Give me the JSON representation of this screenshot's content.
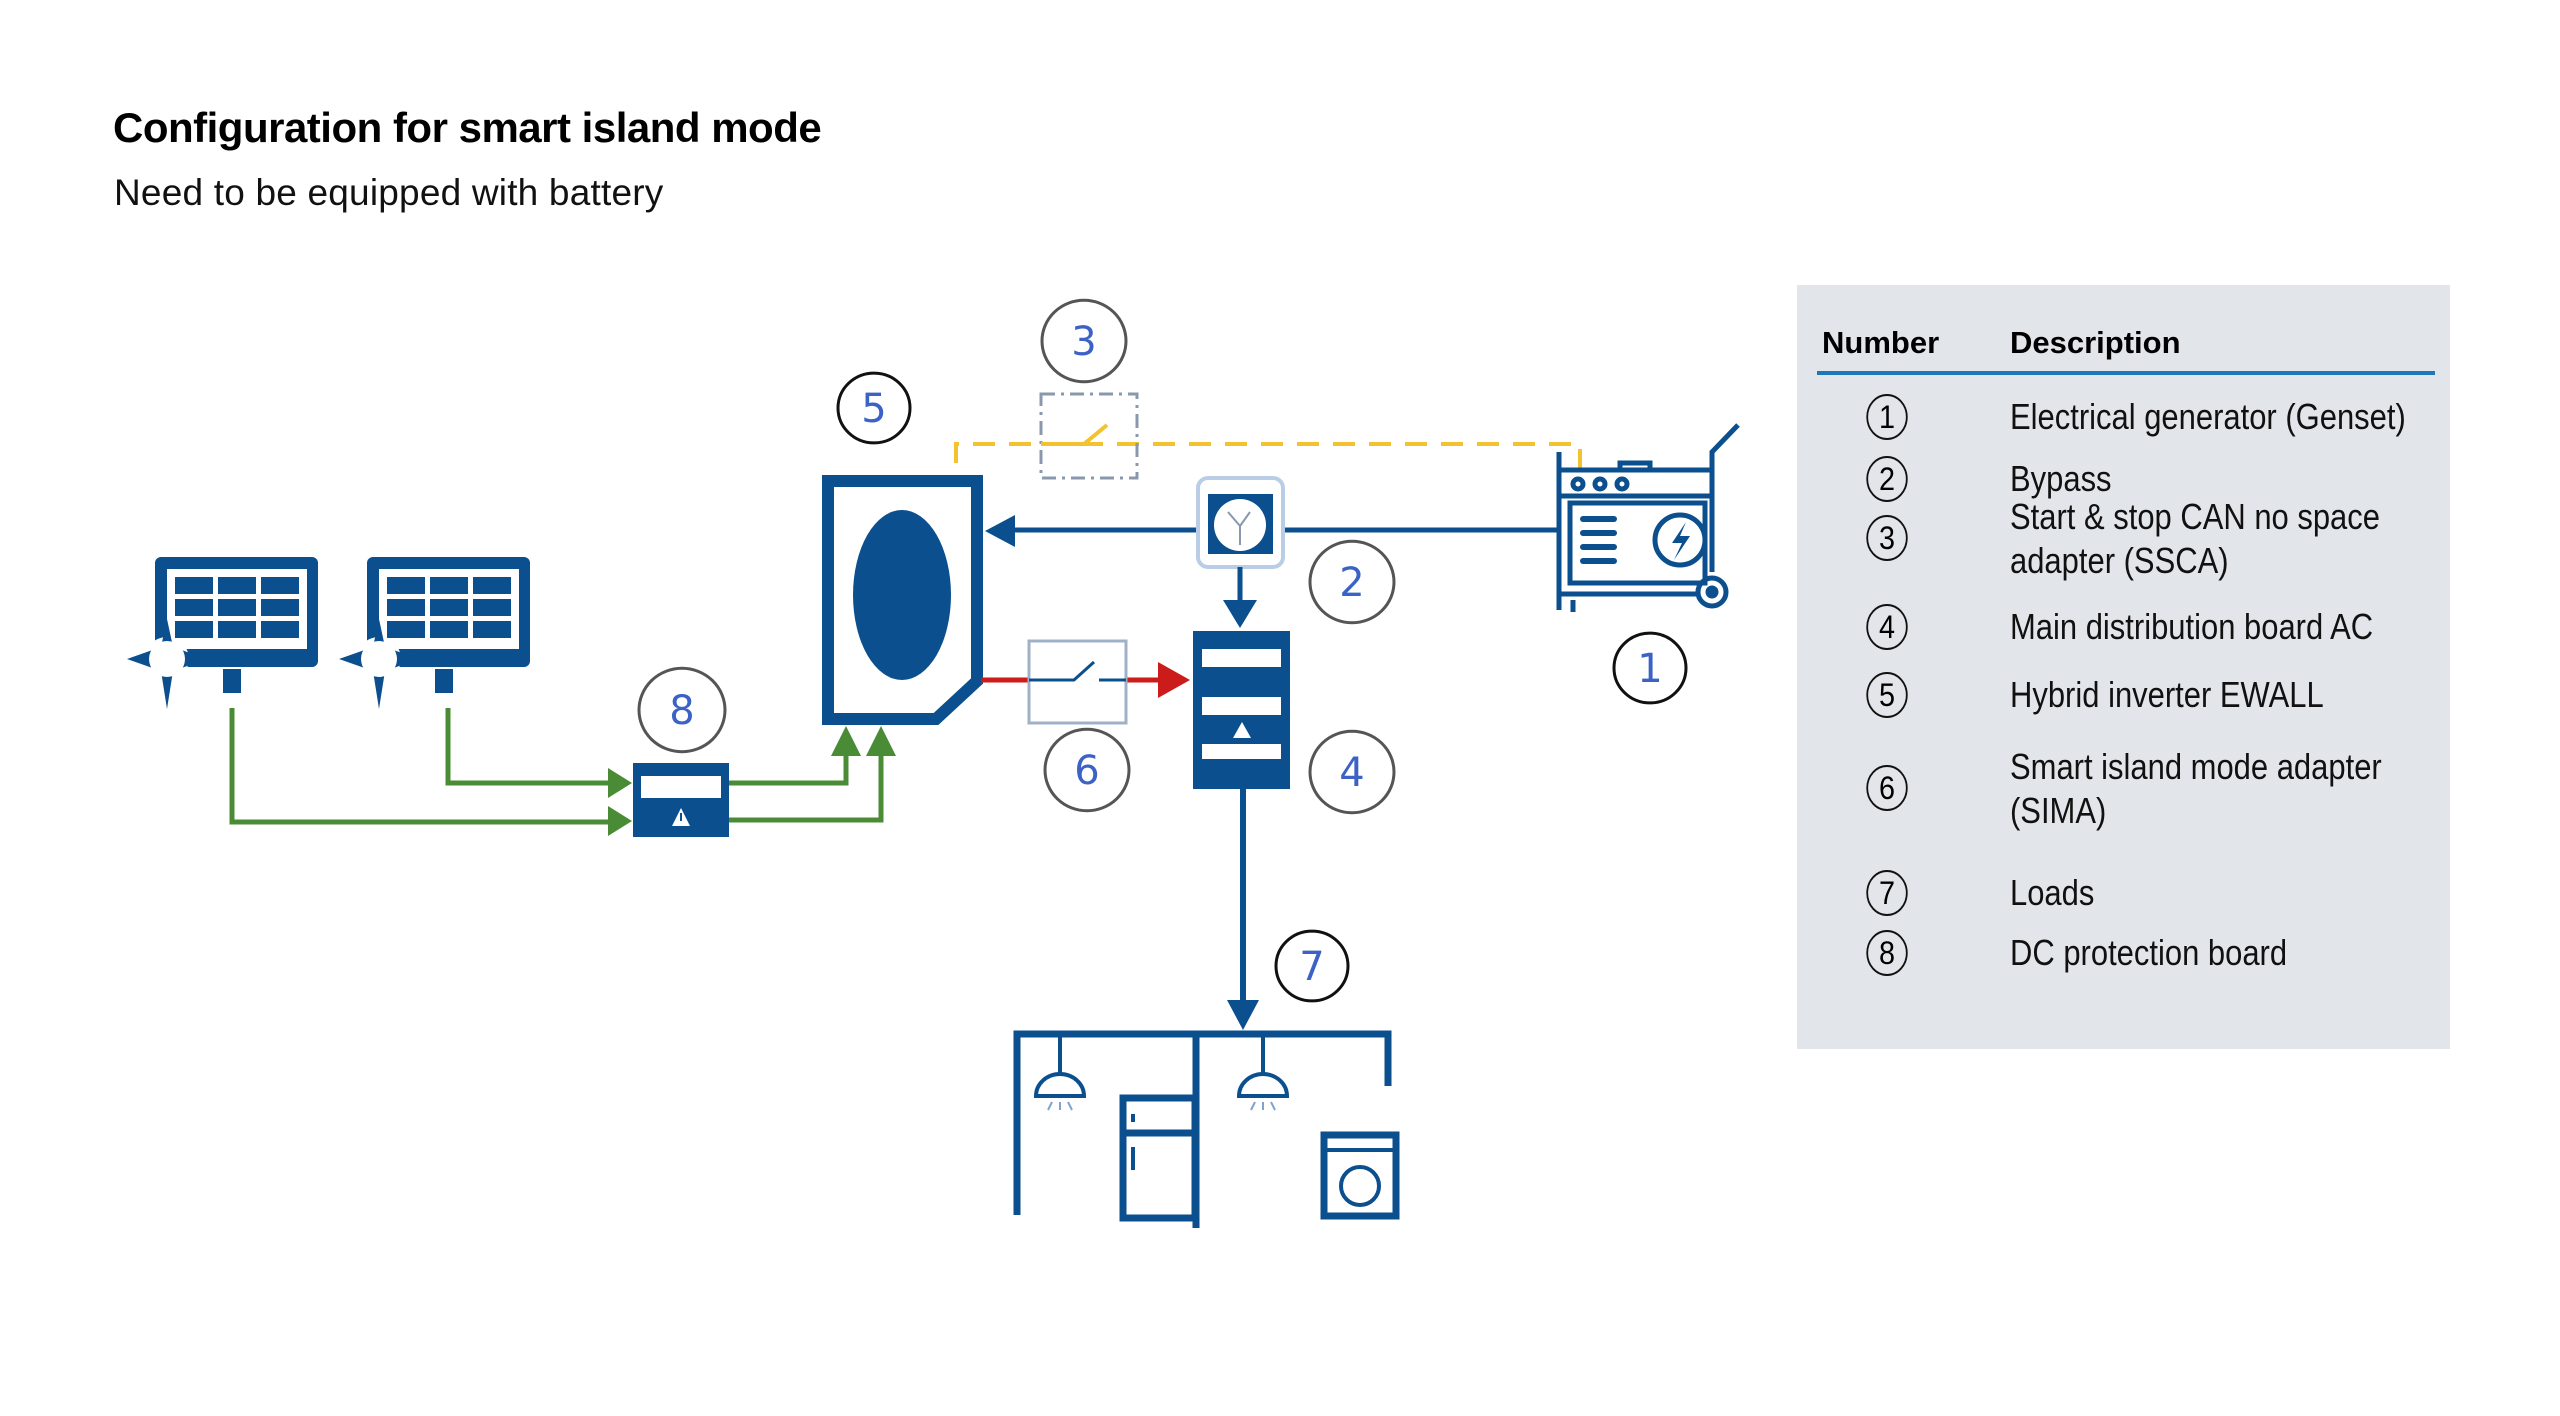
{
  "header": {
    "title": "Configuration for smart island mode",
    "subtitle": "Need to be equipped with battery"
  },
  "colors": {
    "device_blue": "#0b4f8e",
    "callout_number": "#3b62c4",
    "dc_line_green": "#4a8c35",
    "ac_output_red": "#cc1b1b",
    "can_dashed_yellow": "#f2c230",
    "legend_background": "#e2e6ea",
    "legend_rule": "#1e78b8"
  },
  "diagram": {
    "callouts": [
      {
        "id": "1",
        "label": "1",
        "component": "Electrical generator (Genset)"
      },
      {
        "id": "2",
        "label": "2",
        "component": "Bypass"
      },
      {
        "id": "3",
        "label": "3",
        "component": "Start & stop CAN no space adapter (SSCA)"
      },
      {
        "id": "4",
        "label": "4",
        "component": "Main distribution board AC"
      },
      {
        "id": "5",
        "label": "5",
        "component": "Hybrid inverter EWALL"
      },
      {
        "id": "6",
        "label": "6",
        "component": "Smart island mode adapter (SIMA)"
      },
      {
        "id": "7",
        "label": "7",
        "component": "Loads"
      },
      {
        "id": "8",
        "label": "8",
        "component": "DC protection board"
      }
    ],
    "components": [
      {
        "name": "solar-panel",
        "count": 2,
        "icon": "solar-panel-icon"
      },
      {
        "name": "dc-protection-board",
        "icon": "breaker-box-icon"
      },
      {
        "name": "hybrid-inverter",
        "icon": "inverter-icon"
      },
      {
        "name": "ssca",
        "icon": "switch-icon",
        "style": "dash-dot box"
      },
      {
        "name": "bypass",
        "icon": "bypass-switch-icon"
      },
      {
        "name": "sima",
        "icon": "switch-icon"
      },
      {
        "name": "main-distribution-board",
        "icon": "distribution-board-icon"
      },
      {
        "name": "genset",
        "icon": "generator-icon"
      },
      {
        "name": "loads",
        "items": [
          "ceiling-lamp",
          "fridge",
          "ceiling-lamp",
          "washing-machine"
        ]
      }
    ],
    "connections": [
      {
        "from": "solar-panel-1",
        "to": "dc-protection-board",
        "type": "dc",
        "color": "green"
      },
      {
        "from": "solar-panel-2",
        "to": "dc-protection-board",
        "type": "dc",
        "color": "green"
      },
      {
        "from": "dc-protection-board",
        "to": "hybrid-inverter",
        "type": "dc",
        "color": "green",
        "count": 2
      },
      {
        "from": "genset",
        "to": "bypass",
        "type": "ac",
        "color": "blue"
      },
      {
        "from": "bypass",
        "to": "hybrid-inverter",
        "type": "ac",
        "color": "blue"
      },
      {
        "from": "bypass",
        "to": "main-distribution-board",
        "type": "ac",
        "color": "blue"
      },
      {
        "from": "hybrid-inverter",
        "to": "main-distribution-board",
        "via": "sima",
        "type": "ac-output",
        "color": "red"
      },
      {
        "from": "main-distribution-board",
        "to": "loads",
        "type": "ac",
        "color": "blue"
      },
      {
        "from": "hybrid-inverter",
        "to": "genset",
        "via": "ssca",
        "type": "can-signal",
        "color": "yellow-dashed"
      }
    ]
  },
  "legend": {
    "headers": {
      "number": "Number",
      "description": "Description"
    },
    "rows": [
      {
        "number": "1",
        "description": [
          "Electrical generator (Genset)"
        ]
      },
      {
        "number": "2",
        "description": [
          "Bypass"
        ]
      },
      {
        "number": "3",
        "description": [
          "Start & stop CAN no space",
          "adapter (SSCA)"
        ]
      },
      {
        "number": "4",
        "description": [
          "Main distribution board AC"
        ]
      },
      {
        "number": "5",
        "description": [
          "Hybrid inverter EWALL"
        ]
      },
      {
        "number": "6",
        "description": [
          "Smart island mode adapter",
          "(SIMA)"
        ]
      },
      {
        "number": "7",
        "description": [
          "Loads"
        ]
      },
      {
        "number": "8",
        "description": [
          "DC protection board"
        ]
      }
    ]
  }
}
